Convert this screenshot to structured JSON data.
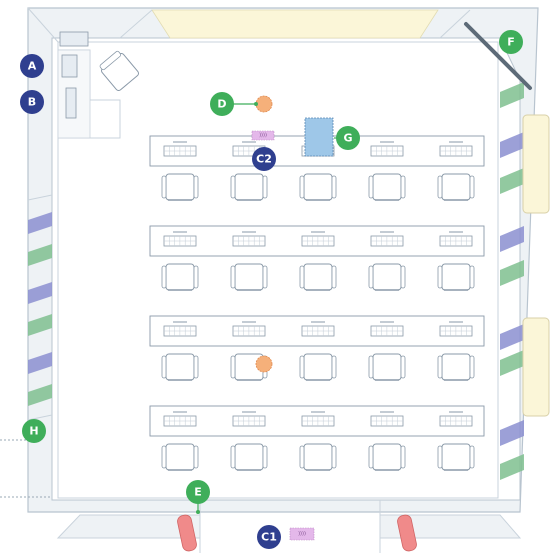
{
  "diagram": {
    "markers": [
      {
        "id": "A",
        "label": "A",
        "kind": "navy"
      },
      {
        "id": "B",
        "label": "B",
        "kind": "navy"
      },
      {
        "id": "C1",
        "label": "C1",
        "kind": "navy"
      },
      {
        "id": "C2",
        "label": "C2",
        "kind": "navy"
      },
      {
        "id": "D",
        "label": "D",
        "kind": "green"
      },
      {
        "id": "E",
        "label": "E",
        "kind": "green"
      },
      {
        "id": "F",
        "label": "F",
        "kind": "green"
      },
      {
        "id": "G",
        "label": "G",
        "kind": "green"
      },
      {
        "id": "H",
        "label": "H",
        "kind": "green"
      }
    ],
    "tags": [
      {
        "id": "tag-top",
        "label": "))))"
      },
      {
        "id": "tag-bottom",
        "label": "))))"
      }
    ],
    "colors": {
      "navy": "#2f3f8f",
      "green": "#3fae5a",
      "wall": "#c9d3dc",
      "line": "#8a99a8",
      "window_green": "#7fbf8f",
      "window_purple": "#8b8fd0",
      "pink": "#f08a8a",
      "orange": "#f5b07a",
      "yellow": "#fbf6d8",
      "monitor_blue": "#9ec7e8",
      "tag_purple": "#e4b8ea"
    }
  }
}
